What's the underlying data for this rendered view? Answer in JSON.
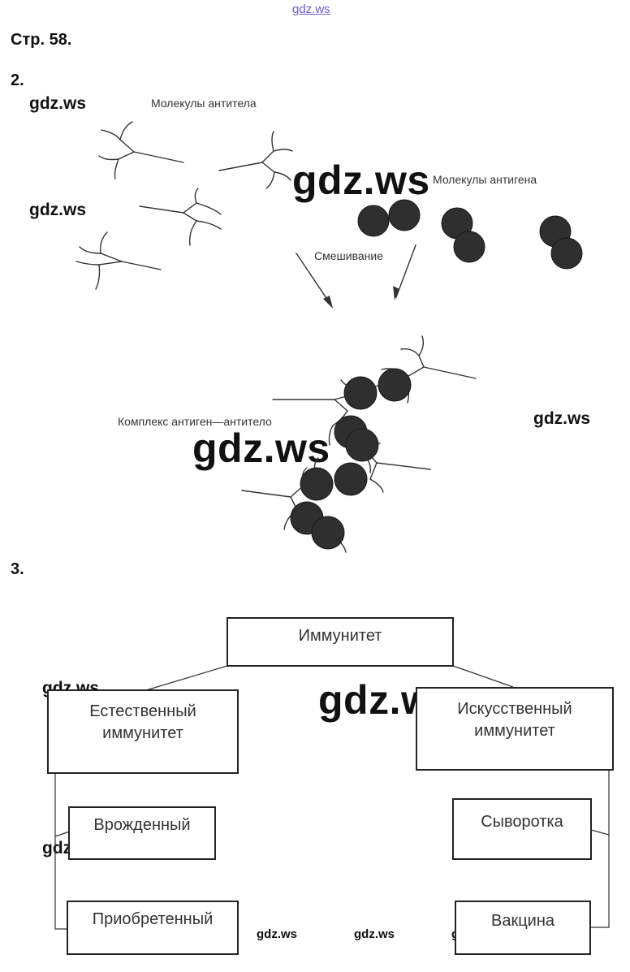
{
  "watermark": "gdz.ws",
  "page_title": "Стр. 58.",
  "q2": {
    "number": "2.",
    "labels": {
      "antibodies": "Молекулы антитела",
      "antigens": "Молекулы антигена",
      "mixing": "Смешивание",
      "complex": "Комплекс антиген—антитело"
    }
  },
  "q3": {
    "number": "3.",
    "tree": {
      "root": "Иммунитет",
      "left": {
        "title": "Естественный иммунитет",
        "children": [
          "Врожденный",
          "Приобретенный"
        ]
      },
      "right": {
        "title": "Искусственный иммунитет",
        "children": [
          "Сыворотка",
          "Вакцина"
        ]
      }
    }
  }
}
